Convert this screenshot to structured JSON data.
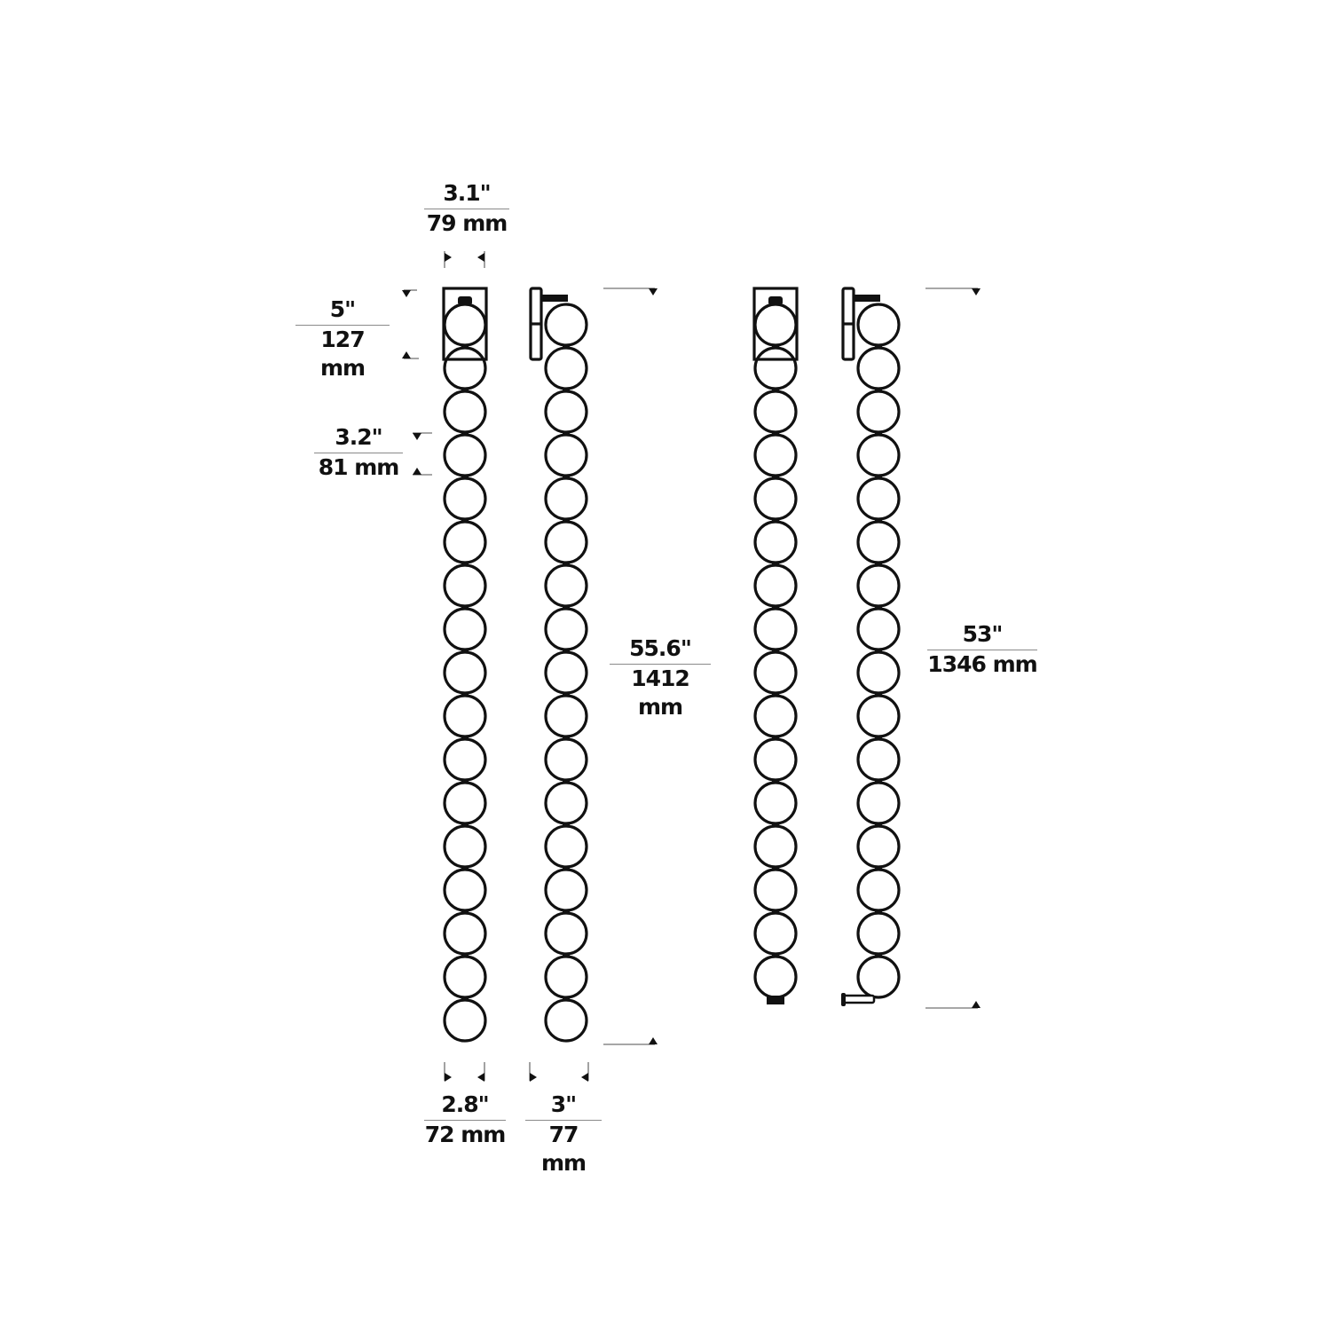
{
  "diagram": {
    "title": "Wall sconce dimension drawing",
    "colors": {
      "line": "#111111",
      "dim_line": "#8a8a8a",
      "background": "#ffffff"
    },
    "dimensions": {
      "canopy_width": {
        "imperial": "3.1\"",
        "metric": "79 mm"
      },
      "canopy_height": {
        "imperial": "5\"",
        "metric": "127 mm"
      },
      "globe_pitch": {
        "imperial": "3.2\"",
        "metric": "81 mm"
      },
      "front_width": {
        "imperial": "2.8\"",
        "metric": "72 mm"
      },
      "side_depth": {
        "imperial": "3\"",
        "metric": "77 mm"
      },
      "long_height": {
        "imperial": "55.6\"",
        "metric": "1412 mm"
      },
      "short_height": {
        "imperial": "53\"",
        "metric": "1346 mm"
      }
    },
    "fixtures": [
      {
        "name": "long-front-view",
        "view": "front",
        "globes": 17
      },
      {
        "name": "long-side-view",
        "view": "side",
        "globes": 17
      },
      {
        "name": "short-front-view",
        "view": "front",
        "globes": 16
      },
      {
        "name": "short-side-view",
        "view": "side",
        "globes": 16
      }
    ]
  }
}
